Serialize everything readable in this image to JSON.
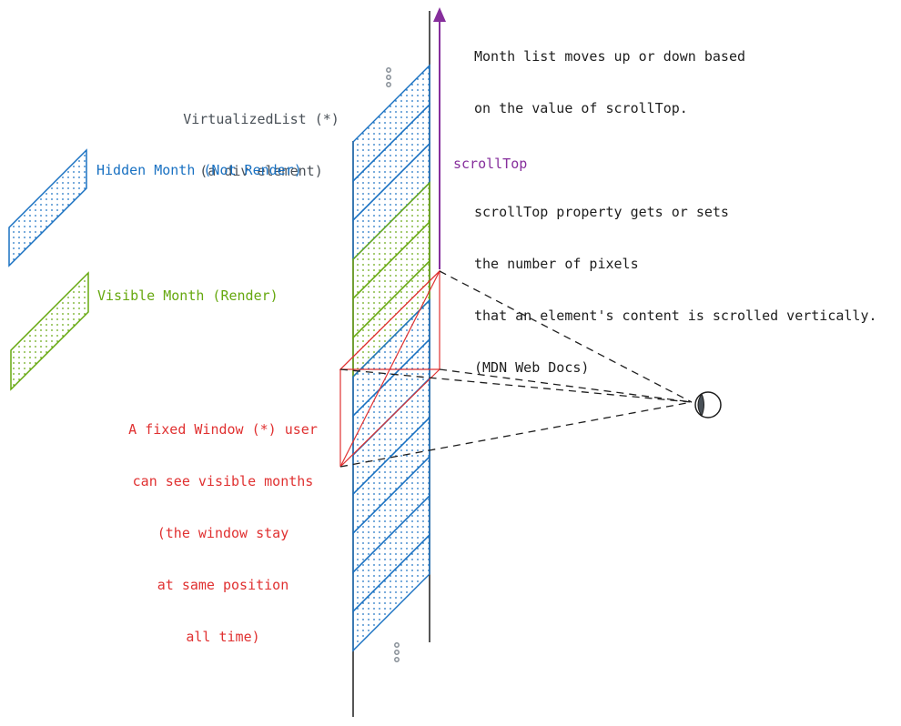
{
  "note": {
    "line1": "Month list moves up or down based",
    "line2": "on the value of scrollTop.",
    "line3": "scrollTop property gets or sets",
    "line4": "the number of pixels",
    "line5": "that an element's content is scrolled vertically.",
    "line6": "(MDN Web Docs)"
  },
  "virtualized_list": {
    "line1": "VirtualizedList (*)",
    "line2": "(a div element)"
  },
  "scroll_label": "scrollTop",
  "legend": {
    "hidden": "Hidden Month (Not Render)",
    "visible": "Visible Month (Render)"
  },
  "window_label": {
    "line1": "A fixed Window (*) user",
    "line2": "can see visible months",
    "line3": "(the window stay",
    "line4": "at same position",
    "line5": "all time)"
  },
  "colors": {
    "hidden": "#1971c2",
    "visible": "#66a80f",
    "window": "#e03131",
    "scroll": "#862e9c",
    "line": "#1e1e1e",
    "ellipsis": "#868e96"
  },
  "icons": [
    "eye-icon",
    "ellipsis-icon",
    "arrow-up-icon"
  ]
}
